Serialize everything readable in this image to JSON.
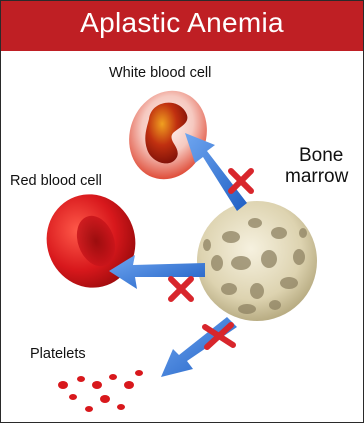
{
  "title": "Aplastic Anemia",
  "labels": {
    "white_blood_cell": "White blood cell",
    "red_blood_cell": "Red blood cell",
    "platelets": "Platelets",
    "bone_line1": "Bone",
    "bone_line2": "marrow"
  },
  "colors": {
    "title_bar": "#bf1f24",
    "arrow": "#2a6fd1",
    "cross": "#d8262c",
    "red_cell": "#d8181c",
    "bone": "#e4dcc0"
  }
}
